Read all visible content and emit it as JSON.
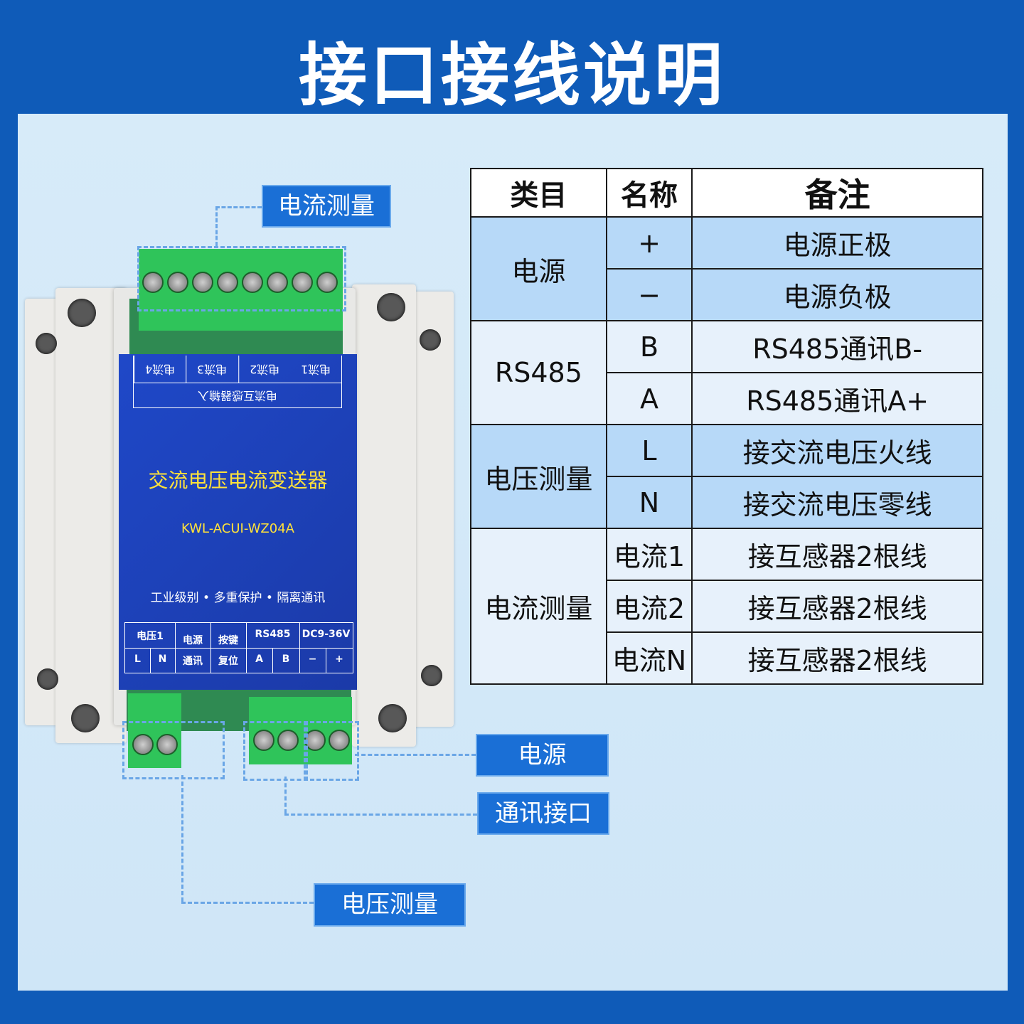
{
  "title": "接口接线说明",
  "device": {
    "top_terminals": [
      "电流1",
      "电流2",
      "电流3",
      "电流4"
    ],
    "top_subtitle": "电流互感器输入",
    "name": "交流电压电流变送器",
    "model": "KWL-ACUI-WZ04A",
    "features": "工业级别 • 多重保护 • 隔离通讯",
    "bottom_groups": {
      "voltage": "电压1",
      "power_comm_1": "电源",
      "power_comm_2": "通讯",
      "key_1": "按键",
      "key_2": "复位",
      "rs485": "RS485",
      "dc": "DC9-36V"
    },
    "bottom_pins": [
      "L",
      "N",
      "A",
      "B",
      "−",
      "+"
    ]
  },
  "callouts": {
    "current": "电流测量",
    "power": "电源",
    "comm": "通讯接口",
    "voltage": "电压测量"
  },
  "table": {
    "headers": [
      "类目",
      "名称",
      "备注"
    ],
    "groups": [
      {
        "category": "电源",
        "rows": [
          {
            "name": "+",
            "note": "电源正极"
          },
          {
            "name": "−",
            "note": "电源负极"
          }
        ]
      },
      {
        "category": "RS485",
        "rows": [
          {
            "name": "B",
            "note": "RS485通讯B-"
          },
          {
            "name": "A",
            "note": "RS485通讯A+"
          }
        ]
      },
      {
        "category": "电压测量",
        "rows": [
          {
            "name": "L",
            "note": "接交流电压火线"
          },
          {
            "name": "N",
            "note": "接交流电压零线"
          }
        ]
      },
      {
        "category": "电流测量",
        "rows": [
          {
            "name": "电流1",
            "note": "接互感器2根线"
          },
          {
            "name": "电流2",
            "note": "接互感器2根线"
          },
          {
            "name": "电流N",
            "note": "接互感器2根线"
          }
        ]
      }
    ]
  },
  "colors": {
    "background": "#0f5bb8",
    "panel": "#d7ebf9",
    "callout": "#1a6fd6",
    "terminal": "#2fc45a",
    "label_plate": "#1f48c8",
    "label_text": "#ffe23a"
  }
}
